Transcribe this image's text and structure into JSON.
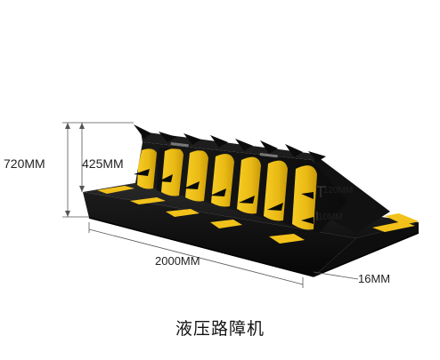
{
  "product": {
    "name": "液压路障机"
  },
  "dimensions": {
    "total_height": "720MM",
    "blade_height": "425MM",
    "length": "2000MM",
    "plate_thickness": "16MM",
    "spike_height": "120MM",
    "spike_thickness": "10MM"
  },
  "colors": {
    "body": "#141414",
    "stripe": "#f2c21b",
    "dimension_line": "#555555"
  }
}
